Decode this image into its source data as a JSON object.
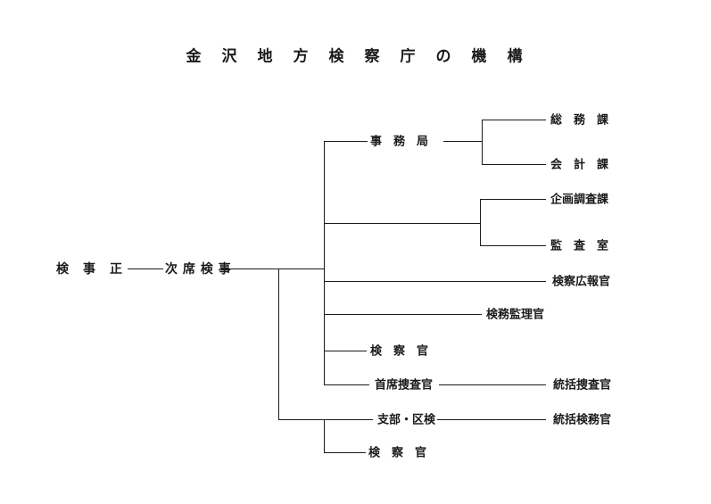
{
  "title": "金　沢　地　方　検　察　庁　の　機　構",
  "colors": {
    "background": "#ffffff",
    "text": "#1a1a1a",
    "line": "#1a1a1a"
  },
  "nodes": {
    "kenji_sei": {
      "label": "検　事　正"
    },
    "jiseki_kenji": {
      "label": "次 席 検 事"
    },
    "jimukyoku": {
      "label": "事　務　局"
    },
    "somuka": {
      "label": "総　務　課"
    },
    "kaikeika": {
      "label": "会　計　課"
    },
    "kikaku_chosaka": {
      "label": "企画調査課"
    },
    "kansashitsu": {
      "label": "監　査　室"
    },
    "kouhoukan": {
      "label": "検察広報官"
    },
    "kenmu_kanrikan": {
      "label": "検務監理官"
    },
    "kensatsukan_1": {
      "label": "検　察　官"
    },
    "shuseki_sosakan": {
      "label": "首席捜査官"
    },
    "tokatsu_sosakan": {
      "label": "統括捜査官"
    },
    "shibu_kuken": {
      "label": "支部・区検"
    },
    "tokatsu_kenmukan": {
      "label": "統括検務官"
    },
    "kensatsukan_2": {
      "label": "検　察　官"
    }
  },
  "edges": [
    [
      "kenji_sei",
      "jiseki_kenji"
    ],
    [
      "jiseki_kenji",
      "jimukyoku"
    ],
    [
      "jimukyoku",
      "somuka"
    ],
    [
      "jimukyoku",
      "kaikeika"
    ],
    [
      "jiseki_kenji",
      "kikaku_chosaka"
    ],
    [
      "jiseki_kenji",
      "kansashitsu"
    ],
    [
      "jiseki_kenji",
      "kouhoukan"
    ],
    [
      "jiseki_kenji",
      "kenmu_kanrikan"
    ],
    [
      "jiseki_kenji",
      "kensatsukan_1"
    ],
    [
      "jiseki_kenji",
      "shuseki_sosakan"
    ],
    [
      "shuseki_sosakan",
      "tokatsu_sosakan"
    ],
    [
      "jiseki_kenji",
      "shibu_kuken"
    ],
    [
      "shibu_kuken",
      "tokatsu_kenmukan"
    ],
    [
      "shibu_kuken",
      "kensatsukan_2"
    ]
  ]
}
